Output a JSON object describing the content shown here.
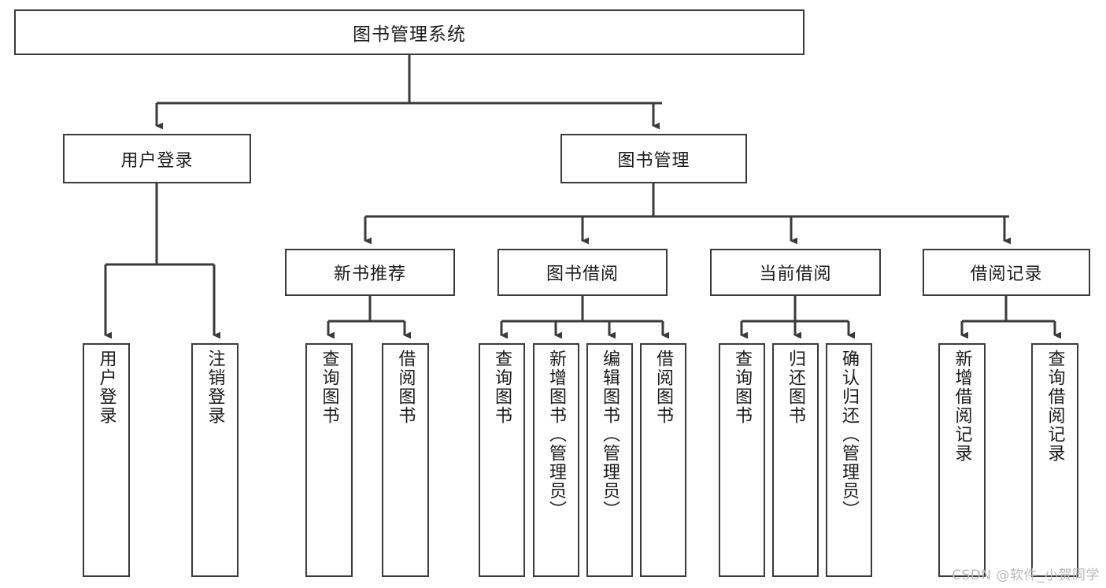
{
  "diagram": {
    "title": "图书管理系统",
    "type": "tree-hierarchy",
    "watermark": "CSDN @软件_小贺同学",
    "root": {
      "id": "root",
      "label": "图书管理系统"
    },
    "level2": [
      {
        "id": "user-login",
        "label": "用户登录"
      },
      {
        "id": "book-manage",
        "label": "图书管理"
      }
    ],
    "level3": [
      {
        "id": "new-book-rec",
        "label": "新书推荐",
        "parent": "book-manage"
      },
      {
        "id": "book-borrow",
        "label": "图书借阅",
        "parent": "book-manage"
      },
      {
        "id": "current-borrow",
        "label": "当前借阅",
        "parent": "book-manage"
      },
      {
        "id": "borrow-record",
        "label": "借阅记录",
        "parent": "book-manage"
      }
    ],
    "leaves": [
      {
        "id": "leaf-user-login",
        "label": "用户登录",
        "parent": "user-login"
      },
      {
        "id": "leaf-logout-login",
        "label": "注销登录",
        "parent": "user-login"
      },
      {
        "id": "leaf-query-book-1",
        "label": "查询图书",
        "parent": "new-book-rec"
      },
      {
        "id": "leaf-borrow-book-1",
        "label": "借阅图书",
        "parent": "new-book-rec"
      },
      {
        "id": "leaf-query-book-2",
        "label": "查询图书",
        "parent": "book-borrow"
      },
      {
        "id": "leaf-add-book",
        "label": "新增图书（管理员）",
        "parent": "book-borrow"
      },
      {
        "id": "leaf-edit-book",
        "label": "编辑图书（管理员）",
        "parent": "book-borrow"
      },
      {
        "id": "leaf-borrow-book-2",
        "label": "借阅图书",
        "parent": "book-borrow"
      },
      {
        "id": "leaf-query-book-3",
        "label": "查询图书",
        "parent": "current-borrow"
      },
      {
        "id": "leaf-return-book",
        "label": "归还图书",
        "parent": "current-borrow"
      },
      {
        "id": "leaf-confirm-return",
        "label": "确认归还（管理员）",
        "parent": "current-borrow"
      },
      {
        "id": "leaf-add-record",
        "label": "新增借阅记录",
        "parent": "borrow-record"
      },
      {
        "id": "leaf-query-record",
        "label": "查询借阅记录",
        "parent": "borrow-record"
      }
    ],
    "colors": {
      "stroke": "#3a3a3a",
      "fill": "#ffffff",
      "text": "#1a1a1a",
      "watermark": "#b9b9b9"
    }
  }
}
